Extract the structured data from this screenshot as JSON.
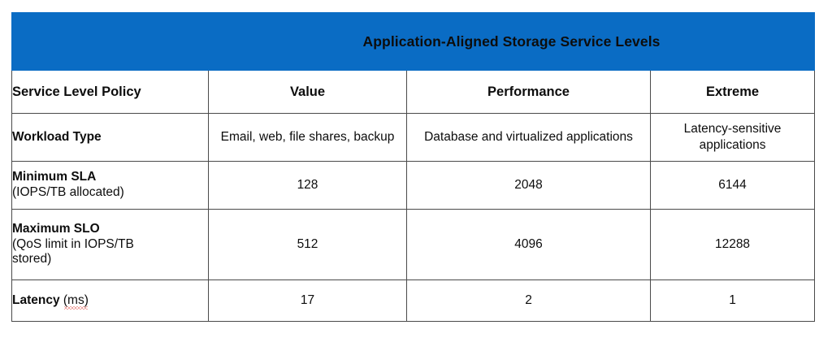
{
  "table": {
    "banner": {
      "title": "Application-Aligned Storage Service Levels",
      "background_color": "#0a6cc4",
      "text_color": "#ffffff"
    },
    "columns": [
      {
        "key": "policy",
        "label": "Service Level Policy"
      },
      {
        "key": "value",
        "label": "Value"
      },
      {
        "key": "perf",
        "label": "Performance"
      },
      {
        "key": "extreme",
        "label": "Extreme"
      }
    ],
    "rows": [
      {
        "label_main": "Workload Type",
        "label_sub": "",
        "label_sub2": "",
        "value": "Email, web, file shares, backup",
        "performance": "Database and virtualized applications",
        "extreme": "Latency-sensitive applications"
      },
      {
        "label_main": "Minimum SLA",
        "label_sub": "(IOPS/TB allocated)",
        "label_sub2": "",
        "value": "128",
        "performance": "2048",
        "extreme": "6144"
      },
      {
        "label_main": "Maximum SLO",
        "label_sub": "(QoS limit in IOPS/TB",
        "label_sub2": "stored)",
        "value": "512",
        "performance": "4096",
        "extreme": "12288"
      },
      {
        "label_main": "Latency ",
        "label_sub": "(ms)",
        "label_sub2": "",
        "value": "17",
        "performance": "2",
        "extreme": "1"
      }
    ],
    "border_color": "#4a4a4a",
    "spellcheck_underline_color": "#e2453c"
  }
}
